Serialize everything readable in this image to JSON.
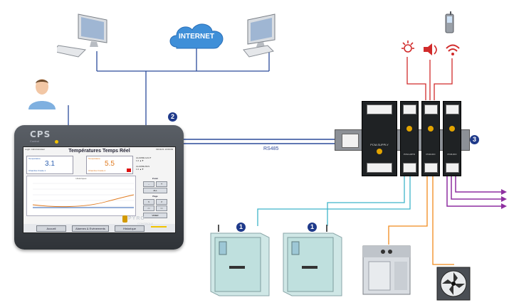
{
  "network": {
    "internet_label": "INTERNET",
    "bus_label": "RS485",
    "badges": [
      "1",
      "2",
      "3",
      "1"
    ]
  },
  "hmi": {
    "brand": "CPS",
    "brand_sub": "Control",
    "screen": {
      "user": "Login: Administrateur",
      "title": "Températures Temps Réel",
      "datetime": "09/11/21 13:09:09",
      "temp1": {
        "label": "Température",
        "value": "3.1",
        "sub": "Chambre Froide 1",
        "color": "#2b5fb0"
      },
      "temp2": {
        "label": "Température",
        "value": "5.5",
        "sub": "Chambre Froide 2",
        "color": "#e07a1f"
      },
      "alarm1_label": "ALARME HAUT",
      "alarm1_value": "1.0 ▲▼",
      "alarm2_label": "ALARME BAS",
      "alarm2_value": "1.0 ▲▼",
      "graph_header": "Historiques",
      "y_ticks": [
        "10",
        "9",
        "8",
        "7",
        "6",
        "5",
        "4",
        "3",
        "2",
        "1",
        "0"
      ],
      "controls": {
        "zoom": "Zoom",
        "minus": "-",
        "plus": "+",
        "all": "ALL",
        "page": "Page",
        "prev": "<",
        "next": ">",
        "first": "<<",
        "last": ">>",
        "valid": "VIDER"
      },
      "nav": [
        "Accueil",
        "Alarmes & Evènements",
        "Historique"
      ]
    },
    "maker": "PYRO",
    "maker_sub": "CONTROLE"
  },
  "modules": {
    "supply": "PCM-SUPPLY",
    "m1": "PCM-HRTD",
    "m2": "PCM-DIO",
    "m3": "PCM-DIO"
  },
  "colors": {
    "bus": "#2b4a9a",
    "alarm_lines": "#d12b2b",
    "probe_lines": "#3fb5c9",
    "relay_lines": "#f08a1c",
    "output_lines": "#8e2fa0",
    "series1": "#2b5fb0",
    "series2": "#e07a1f"
  }
}
